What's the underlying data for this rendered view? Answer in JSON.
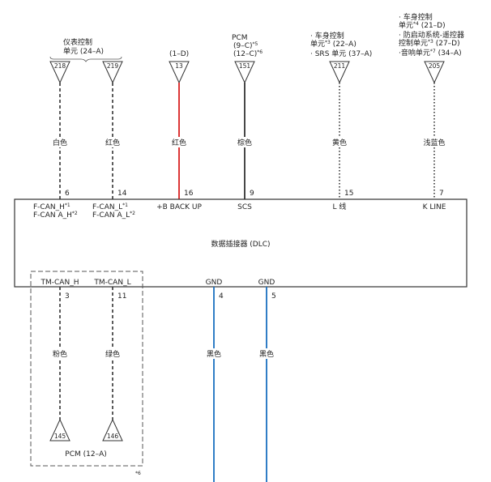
{
  "connector": {
    "title": "数据插接器 (DLC)",
    "top_pins": [
      {
        "label1": "F-CAN_H",
        "sup1": "*1",
        "label2": "F-CAN A_H",
        "sup2": "*2",
        "pin": "6"
      },
      {
        "label1": "F-CAN_L",
        "sup1": "*1",
        "label2": "F-CAN A_L",
        "sup2": "*2",
        "pin": "14"
      },
      {
        "label1": "+B BACK UP",
        "pin": "16"
      },
      {
        "label1": "SCS",
        "pin": "9"
      },
      {
        "label1": "L 线",
        "pin": "15"
      },
      {
        "label1": "K LINE",
        "pin": "7"
      }
    ],
    "bottom_pins": [
      {
        "label": "TM-CAN_H",
        "pin": "3"
      },
      {
        "label": "TM-CAN_L",
        "pin": "11"
      },
      {
        "label": "GND",
        "pin": "4"
      },
      {
        "label": "GND",
        "pin": "5"
      }
    ]
  },
  "top_wires": [
    {
      "terminal": "218",
      "color_name": "白色",
      "line_color": "#333333",
      "style": "dashed"
    },
    {
      "terminal": "219",
      "color_name": "红色",
      "line_color": "#333333",
      "style": "dashed"
    },
    {
      "terminal": "13",
      "color_name": "红色",
      "line_color": "#d92020",
      "style": "solid"
    },
    {
      "terminal": "151",
      "color_name": "棕色",
      "line_color": "#333333",
      "style": "solid"
    },
    {
      "terminal": "211",
      "color_name": "黄色",
      "line_color": "#333333",
      "style": "dotted"
    },
    {
      "terminal": "205",
      "color_name": "浅蓝色",
      "line_color": "#333333",
      "style": "dotted"
    }
  ],
  "top_headers": {
    "h1_line1": "仪表控制",
    "h1_line2": "单元 (24–A)",
    "h3_line1": "(1–D)",
    "h4_line1": "PCM",
    "h4_line2": "(9–C)",
    "h4_sup2": "*5",
    "h4_line3": "(12–C)",
    "h4_sup3": "*6",
    "h5_line1": "· 车身控制",
    "h5_line2": "单元",
    "h5_sup2": "*3",
    "h5_line2b": " (22–A)",
    "h5_line3": "· SRS 单元 (37–A)",
    "h6_line1": "· 车身控制",
    "h6_line2": "单元",
    "h6_sup2": "*4",
    "h6_line2b": " (21–D)",
    "h6_line3": "· 防启动系统-遥控器",
    "h6_line4": "控制单元",
    "h6_sup4": "*3",
    "h6_line4b": " (27–D)",
    "h6_line5": "·音响单元",
    "h6_sup5": "*7",
    "h6_line5b": " (34–A)"
  },
  "bottom_wires": [
    {
      "terminal": "145",
      "color_name": "粉色",
      "line_color": "#333333",
      "style": "dashed"
    },
    {
      "terminal": "146",
      "color_name": "绿色",
      "line_color": "#333333",
      "style": "dashed"
    },
    {
      "color_name": "黑色",
      "line_color": "#1a6fc0",
      "style": "solid"
    },
    {
      "color_name": "黑色",
      "line_color": "#1a6fc0",
      "style": "solid"
    }
  ],
  "pcm_box": {
    "label": "PCM (12–A)",
    "note": "*6"
  }
}
